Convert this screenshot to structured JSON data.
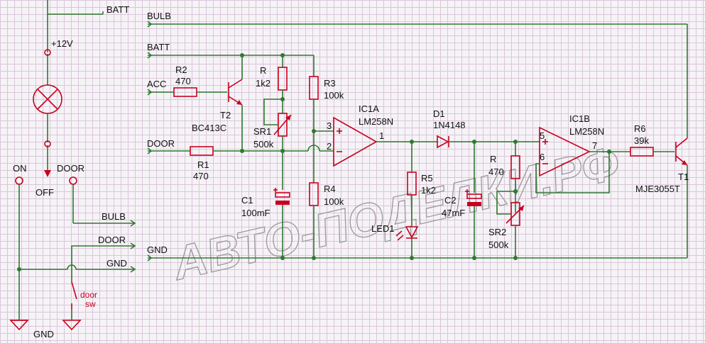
{
  "nets": {
    "batt_top": "BATT",
    "bulb_top": "BULB",
    "batt": "BATT",
    "acc": "ACC",
    "door": "DOOR",
    "gnd": "GND",
    "plus12v": "+12V",
    "bulb_left": "BULB",
    "door_left": "DOOR",
    "gnd_left": "GND"
  },
  "switch": {
    "on": "ON",
    "off": "OFF",
    "door": "DOOR",
    "sw_line1": "door",
    "sw_line2": "sw"
  },
  "ground_label": "GND",
  "components": {
    "R2": {
      "ref": "R2",
      "value": "470"
    },
    "T2": {
      "ref": "T2",
      "value": "BC413C"
    },
    "R1": {
      "ref": "R1",
      "value": "470"
    },
    "R": {
      "ref": "R",
      "value": "1k2"
    },
    "SR1": {
      "ref": "SR1",
      "value": "500k"
    },
    "R3": {
      "ref": "R3",
      "value": "100k"
    },
    "C1": {
      "ref": "C1",
      "value": "100mF"
    },
    "R4": {
      "ref": "R4",
      "value": "100k"
    },
    "IC1A": {
      "ref": "IC1A",
      "value": "LM258N",
      "pin_plus": "3",
      "pin_minus": "2",
      "pin_out": "1"
    },
    "D1": {
      "ref": "D1",
      "value": "1N4148"
    },
    "R5": {
      "ref": "R5",
      "value": "1k2"
    },
    "LED1": {
      "ref": "LED1"
    },
    "C2": {
      "ref": "C2",
      "value": "47mF"
    },
    "Rb": {
      "ref": "R",
      "value": "470"
    },
    "SR2": {
      "ref": "SR2",
      "value": "500k"
    },
    "IC1B": {
      "ref": "IC1B",
      "value": "LM258N",
      "pin_plus": "5",
      "pin_minus": "6",
      "pin_out": "7"
    },
    "R6": {
      "ref": "R6",
      "value": "39k"
    },
    "T1": {
      "ref": "T1",
      "value": "MJE3055T"
    }
  },
  "watermark": "АВТО-ПОДЕЛКИ.РФ",
  "colors": {
    "wire": "#2d7a2d",
    "component": "#c8001e",
    "grid": "#d9c6d9",
    "background": "#f6f3f7"
  }
}
